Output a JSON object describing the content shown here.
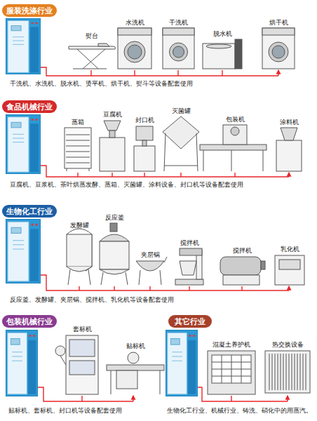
{
  "diagram": {
    "nodes": [
      {
        "text": [
          "服装洗涤行业"
        ]
      },
      {
        "text": [
          "熨台"
        ]
      },
      {
        "text": [
          "水洗机"
        ]
      },
      {
        "text": [
          "干洗机"
        ]
      },
      {
        "text": [
          "脱水机"
        ]
      },
      {
        "text": [
          "烘干机"
        ]
      },
      {
        "text": [
          "食品机械行业"
        ]
      },
      {
        "text": [
          "蒸箱"
        ]
      },
      {
        "text": [
          "豆腐机"
        ]
      },
      {
        "text": [
          "封口机"
        ]
      },
      {
        "text": [
          "灭菌罐"
        ]
      },
      {
        "text": [
          "包装机"
        ]
      },
      {
        "text": [
          "涂料机"
        ]
      },
      {
        "text": [
          "生物化工行业"
        ]
      },
      {
        "text": [
          "发酵罐"
        ]
      },
      {
        "text": [
          "反应釜"
        ]
      },
      {
        "text": [
          "夹层锅"
        ]
      },
      {
        "text": [
          "搅拌机"
        ]
      },
      {
        "text": [
          "搅拌机"
        ]
      },
      {
        "text": [
          "乳化机"
        ]
      },
      {
        "text": [
          "包装机械行业"
        ]
      },
      {
        "text": [
          "其它行业"
        ]
      },
      {
        "text": [
          "套标机"
        ]
      },
      {
        "text": [
          "贴标机"
        ]
      },
      {
        "text": [
          "混凝土养护机"
        ]
      },
      {
        "text": [
          "热交换设备"
        ]
      }
    ],
    "labels": [
      "干洗机、水洗机、脱水机、烫平机、烘干机、熨斗等设备配套使用",
      "豆腐机、豆浆机、茶叶烘蒸发酵、蒸箱、灭菌罐、涂料设备、封口机等设备配套使用",
      "反应釜、发酵罐、夹层锅、搅拌机、乳化机等设备配套使用",
      "贴标机、套标机、封口机等设备配套使用",
      "生物化工行业、机械行业、铸洗、硝化中的用蒸汽。"
    ]
  }
}
